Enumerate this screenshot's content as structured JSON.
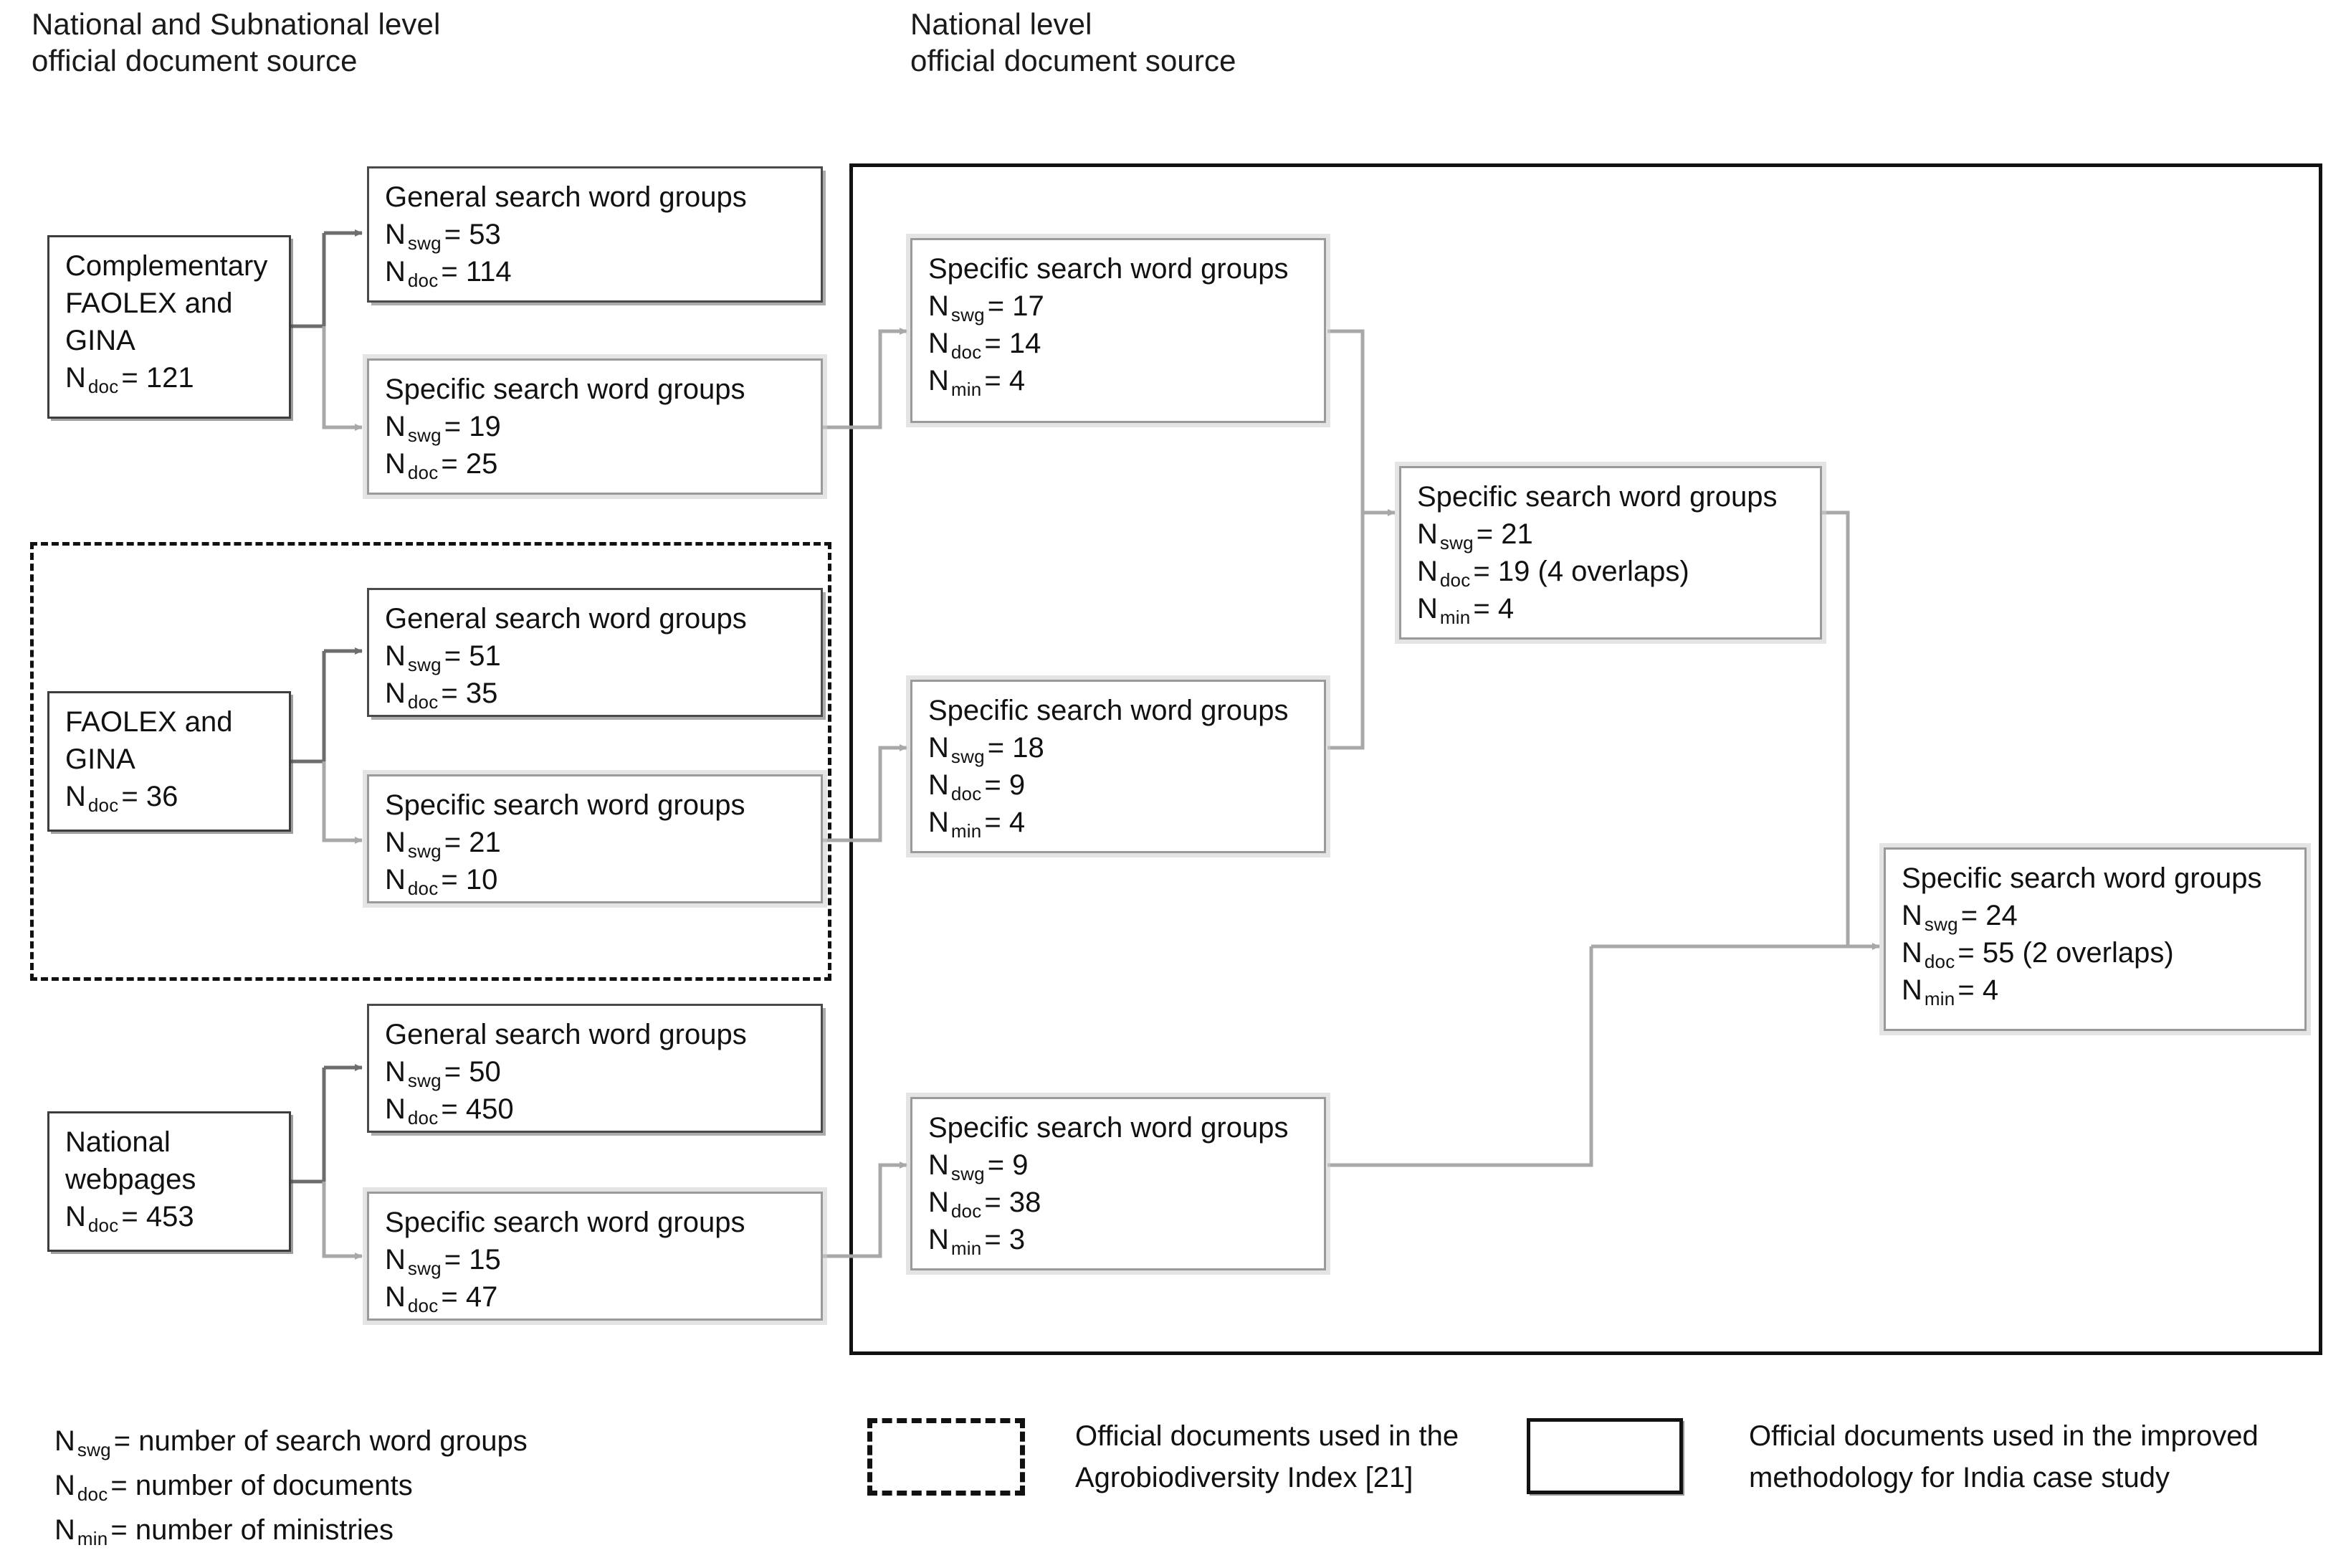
{
  "headers": {
    "left": "National and Subnational level\nofficial document source",
    "right": "National level\nofficial document source"
  },
  "sub_labels": {
    "swg": "swg",
    "doc": "doc",
    "min": "min"
  },
  "nodes": {
    "src_complementary": {
      "title": "Complementary",
      "line2": "FAOLEX and",
      "line3": "GINA",
      "stat_doc": "= 121"
    },
    "src_faolex": {
      "title": "FAOLEX and",
      "line2": "GINA",
      "stat_doc": "= 36"
    },
    "src_webpages": {
      "title": "National",
      "line2": "webpages",
      "stat_doc": "= 453"
    },
    "gen_1": {
      "title": "General search word groups",
      "stat_swg": "= 53",
      "stat_doc": "= 114"
    },
    "spec_1": {
      "title": "Specific search word groups",
      "stat_swg": "= 19",
      "stat_doc": "= 25"
    },
    "gen_2": {
      "title": "General search word groups",
      "stat_swg": "= 51",
      "stat_doc": "= 35"
    },
    "spec_2": {
      "title": "Specific search word groups",
      "stat_swg": "= 21",
      "stat_doc": "= 10"
    },
    "gen_3": {
      "title": "General search word groups",
      "stat_swg": "= 50",
      "stat_doc": "= 450"
    },
    "spec_3": {
      "title": "Specific search word groups",
      "stat_swg": "= 15",
      "stat_doc": "= 47"
    },
    "nat_1": {
      "title": "Specific search word groups",
      "stat_swg": "= 17",
      "stat_doc": "= 14",
      "stat_min": "= 4"
    },
    "nat_2": {
      "title": "Specific search word groups",
      "stat_swg": "= 18",
      "stat_doc": "= 9",
      "stat_min": "= 4"
    },
    "nat_3": {
      "title": "Specific search word groups",
      "stat_swg": "= 9",
      "stat_doc": "= 38",
      "stat_min": "= 3"
    },
    "merge_1": {
      "title": "Specific search word groups",
      "stat_swg": "= 21",
      "stat_doc": "= 19 (4 overlaps)",
      "stat_min": "= 4"
    },
    "merge_final": {
      "title": "Specific search word groups",
      "stat_swg": "= 24",
      "stat_doc": "= 55 (2 overlaps)",
      "stat_min": "= 4"
    }
  },
  "legend": {
    "def_swg": "= number of search word groups",
    "def_doc": "= number of documents",
    "def_min": "= number of ministries",
    "dashed_label": "Official documents used in the\nAgrobiodiversity Index [21]",
    "solid_label": "Official documents used in the improved\nmethodology for India case study"
  },
  "colors": {
    "text": "#111111",
    "frame": "#111111",
    "wire": "#a8a8a8",
    "node_plain_border": "#3d3d3d",
    "node_specific_border": "#9a9a9a"
  }
}
